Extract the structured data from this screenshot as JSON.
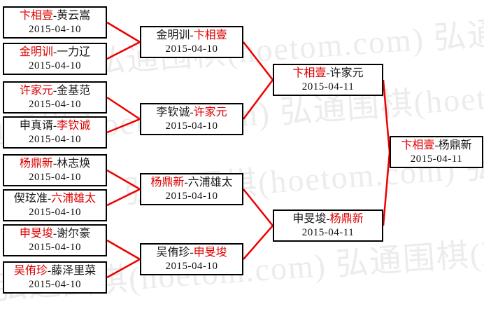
{
  "site_watermark": {
    "text": "弘通围棋(hoetom.com)"
  },
  "colors": {
    "winner_text": "#dd0000",
    "loser_text": "#1a1a1a",
    "connector_line": "#ee0000",
    "box_border": "#000000",
    "watermark_text": "#ececec",
    "background": "#ffffff"
  },
  "bracket": {
    "rounds": [
      {
        "name": "round-of-16",
        "matches": [
          {
            "p1": "卞相壹",
            "p2": "黄云嵩",
            "winner": 1,
            "date": "2015-04-10"
          },
          {
            "p1": "金明训",
            "p2": "一力辽",
            "winner": 1,
            "date": "2015-04-10"
          },
          {
            "p1": "许家元",
            "p2": "金基范",
            "winner": 1,
            "date": "2015-04-10"
          },
          {
            "p1": "申真谞",
            "p2": "李钦诚",
            "winner": 2,
            "date": "2015-04-10"
          },
          {
            "p1": "杨鼎新",
            "p2": "林志焕",
            "winner": 1,
            "date": "2015-04-10"
          },
          {
            "p1": "偰玹准",
            "p2": "六浦雄太",
            "winner": 2,
            "date": "2015-04-10"
          },
          {
            "p1": "申旻埈",
            "p2": "谢尔豪",
            "winner": 1,
            "date": "2015-04-10"
          },
          {
            "p1": "吴侑珍",
            "p2": "藤泽里菜",
            "winner": 1,
            "date": "2015-04-10"
          }
        ]
      },
      {
        "name": "quarterfinals",
        "matches": [
          {
            "p1": "金明训",
            "p2": "卞相壹",
            "winner": 2,
            "date": "2015-04-10"
          },
          {
            "p1": "李钦诚",
            "p2": "许家元",
            "winner": 2,
            "date": "2015-04-10"
          },
          {
            "p1": "杨鼎新",
            "p2": "六浦雄太",
            "winner": 1,
            "date": "2015-04-10"
          },
          {
            "p1": "吴侑珍",
            "p2": "申旻埈",
            "winner": 2,
            "date": "2015-04-10"
          }
        ]
      },
      {
        "name": "semifinals",
        "matches": [
          {
            "p1": "卞相壹",
            "p2": "许家元",
            "winner": 1,
            "date": "2015-04-11"
          },
          {
            "p1": "申旻埈",
            "p2": "杨鼎新",
            "winner": 2,
            "date": "2015-04-11"
          }
        ]
      },
      {
        "name": "final",
        "matches": [
          {
            "p1": "卞相壹",
            "p2": "杨鼎新",
            "winner": 1,
            "date": "2015-04-11"
          }
        ]
      }
    ]
  }
}
